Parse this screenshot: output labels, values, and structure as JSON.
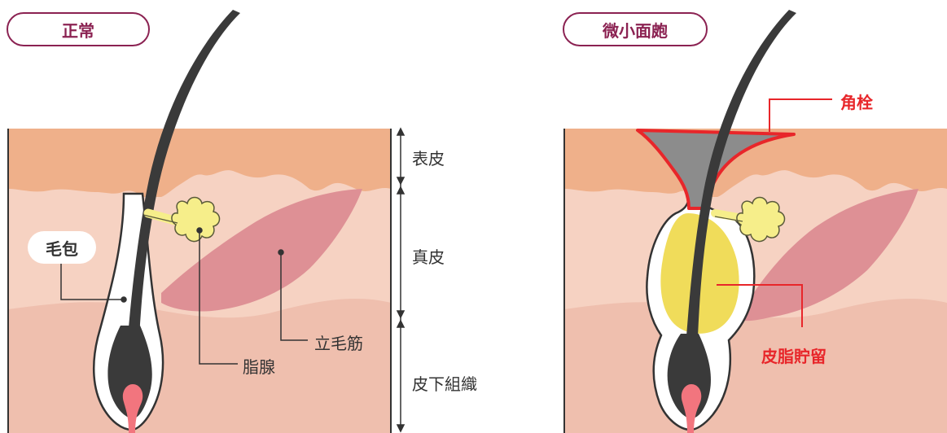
{
  "panels": {
    "normal": {
      "title": "正常"
    },
    "comedo": {
      "title": "微小面皰"
    }
  },
  "labels": {
    "epidermis": "表皮",
    "dermis": "真皮",
    "subcutis": "皮下組織",
    "hair_follicle": "毛包",
    "sebaceous_gland": "脂腺",
    "arrector_pili": "立毛筋",
    "keratin_plug": "角栓",
    "sebum_retention": "皮脂貯留"
  },
  "colors": {
    "accent_title": "#8b2252",
    "highlight_red": "#e8262a",
    "epidermis": "#efb08a",
    "dermis": "#f6d2c2",
    "subcutis": "#efbfae",
    "hair": "#3a3a3a",
    "muscle": "#de9095",
    "gland": "#f6ee8a",
    "plug": "#8c8c8c",
    "sebum": "#f0dc5a"
  }
}
